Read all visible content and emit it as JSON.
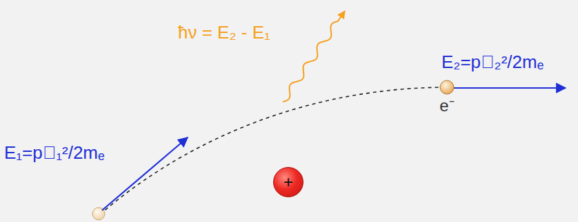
{
  "diagram": {
    "nodes": [
      {
        "text": [
          "+"
        ]
      },
      {
        "text": [
          "e⁻"
        ]
      }
    ],
    "labels": [
      "ħν = E₂ - E₁",
      "E₂=p⃗₂²/2mₑ",
      "E₁=p⃗₁²/2mₑ"
    ]
  }
}
